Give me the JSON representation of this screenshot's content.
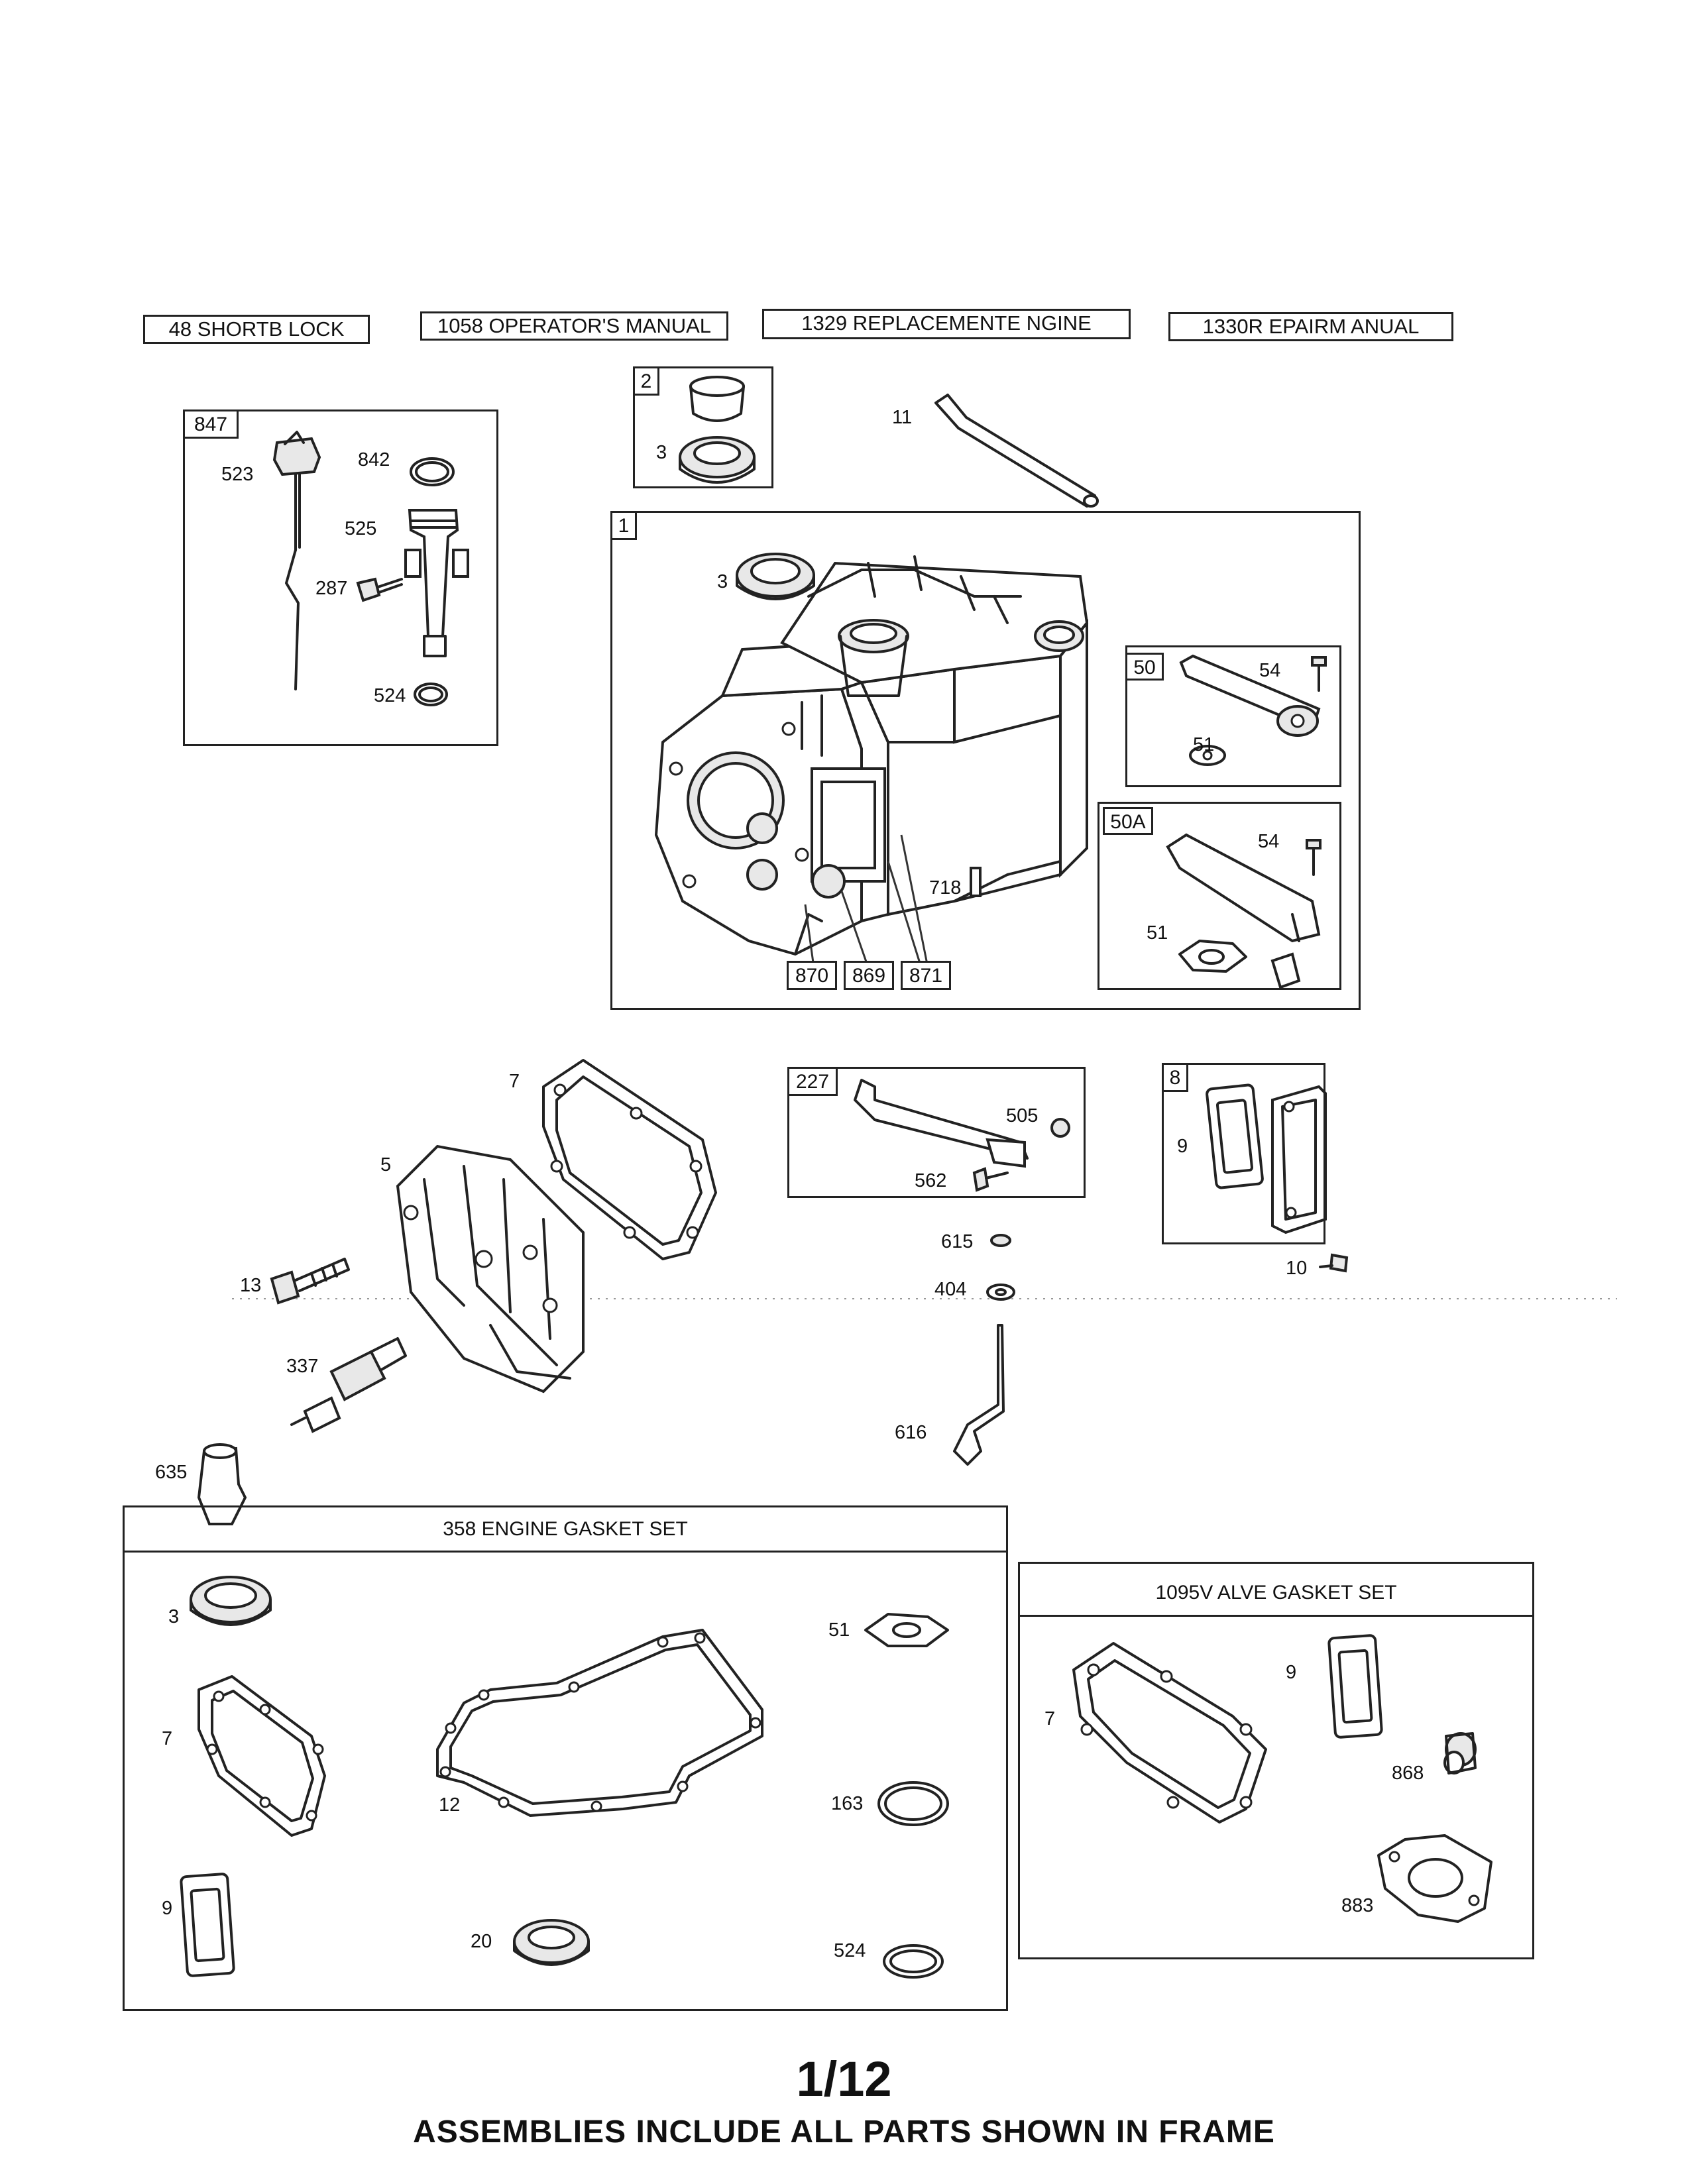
{
  "headers": {
    "shortblock": "48 SHORTB LOCK",
    "manual": "1058 OPERATOR'S MANUAL",
    "engine": "1329 REPLACEMENTE NGINE",
    "repair": "1330R EPAIRM ANUAL"
  },
  "frames": {
    "f847": "847",
    "f2": "2",
    "f1": "1",
    "f50": "50",
    "f50a": "50A",
    "f227": "227",
    "f8": "8",
    "f870": "870",
    "f869": "869",
    "f871": "871"
  },
  "parts": {
    "p523": "523",
    "p842": "842",
    "p525": "525",
    "p287": "287",
    "p524": "524",
    "p3a": "3",
    "p11": "11",
    "p3b": "3",
    "p54a": "54",
    "p51a": "51",
    "p54b": "54",
    "p51b": "51",
    "p718": "718",
    "p7": "7",
    "p5": "5",
    "p13": "13",
    "p337": "337",
    "p635": "635",
    "p505": "505",
    "p562": "562",
    "p615": "615",
    "p404": "404",
    "p616": "616",
    "p9": "9",
    "p10": "10"
  },
  "gasket_set": {
    "title": "358 ENGINE GASKET SET",
    "p3": "3",
    "p7": "7",
    "p12": "12",
    "p9": "9",
    "p20": "20",
    "p51": "51",
    "p163": "163",
    "p524": "524"
  },
  "valve_set": {
    "title": "1095V ALVE GASKET SET",
    "p7": "7",
    "p9": "9",
    "p868": "868",
    "p883": "883"
  },
  "page_number": "1/12",
  "footer": "ASSEMBLIES INCLUDE ALL PARTS SHOWN IN FRAME"
}
